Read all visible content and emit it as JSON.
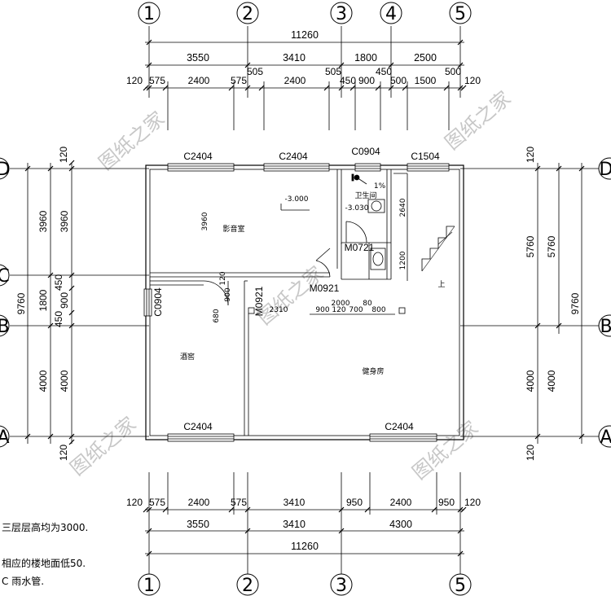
{
  "axes": {
    "top": [
      "1",
      "2",
      "3",
      "4",
      "5"
    ],
    "bottom": [
      "1",
      "2",
      "3",
      "5"
    ],
    "left": [
      "D",
      "C",
      "B",
      "A"
    ],
    "right": [
      "D",
      "B",
      "A"
    ]
  },
  "dimensions": {
    "top_total": "11260",
    "top_row2": [
      "3550",
      "3410",
      "1800",
      "2500"
    ],
    "top_row3": [
      "120",
      "575",
      "2400",
      "575",
      "505",
      "2400",
      "505",
      "450",
      "900",
      "450",
      "500",
      "1500",
      "500",
      "120"
    ],
    "bottom_row1": [
      "120",
      "575",
      "2400",
      "575",
      "3410",
      "950",
      "2400",
      "950",
      "120"
    ],
    "bottom_row2": [
      "3550",
      "3410",
      "4300"
    ],
    "bottom_total": "11260",
    "left_outer": [
      "120",
      "9760",
      "120"
    ],
    "left_mid": [
      "3960",
      "1800",
      "4000"
    ],
    "left_inner": [
      "3960",
      "450",
      "900",
      "450",
      "4000"
    ],
    "right_inner": [
      "120",
      "5760",
      "4000",
      "120"
    ],
    "right_mid": "5760",
    "right_outer": "9760",
    "interior": [
      "3960",
      "2640",
      "1200",
      "120",
      "680",
      "900",
      "2310",
      "900",
      "120",
      "700",
      "800",
      "2000",
      "80"
    ]
  },
  "openings": {
    "windows": [
      "C2404",
      "C2404",
      "C0904",
      "C1504",
      "C0904",
      "C2404",
      "C2404"
    ],
    "doors": [
      "M0721",
      "M0921",
      "M0921"
    ]
  },
  "rooms": {
    "theater": "影音室",
    "bathroom": "卫生间",
    "wine_cellar": "酒窖",
    "gym": "健身房",
    "stair_label": "上"
  },
  "levels": {
    "main": "-3.000",
    "bath": "-3.030",
    "slope": "1%"
  },
  "notes": [
    "三层层高均为3000.",
    "相应的楼地面低50.",
    "C 雨水管."
  ],
  "watermark": "图纸之家"
}
